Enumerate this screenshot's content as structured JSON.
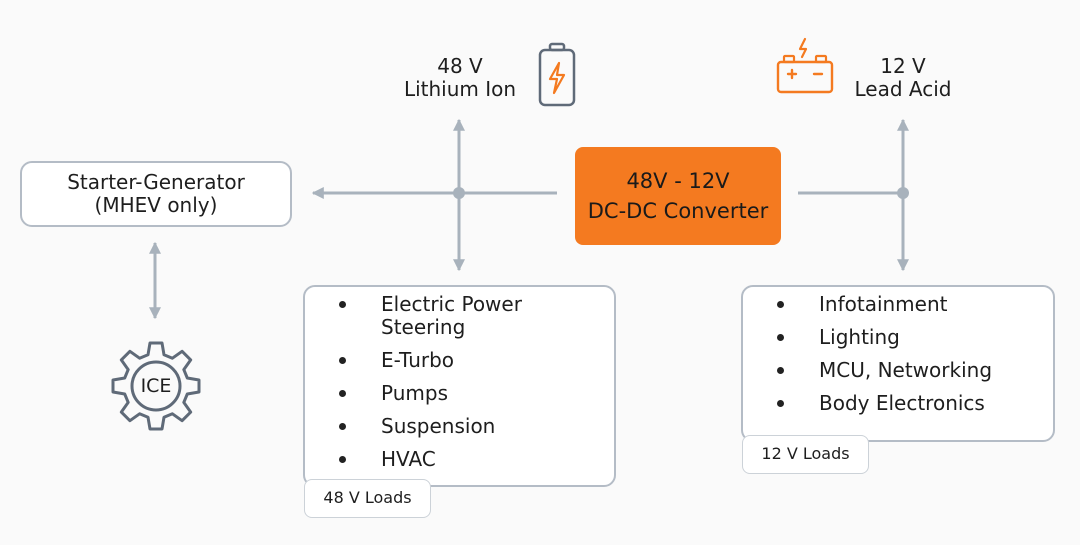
{
  "converter": {
    "line1": "48V - 12V",
    "line2": "DC-DC Converter"
  },
  "battery_48v": {
    "line1": "48 V",
    "line2": "Lithium Ion",
    "icon": "battery-icon"
  },
  "battery_12v": {
    "line1": "12 V",
    "line2": "Lead Acid",
    "icon": "car-battery-icon"
  },
  "starter": {
    "line1": "Starter-Generator",
    "line2": "(MHEV only)"
  },
  "engine": {
    "label": "ICE",
    "icon": "gear-icon"
  },
  "loads_48v": {
    "items": [
      "Electric Power Steering",
      "E-Turbo",
      "Pumps",
      "Suspension",
      "HVAC"
    ],
    "tag": "48 V Loads"
  },
  "loads_12v": {
    "items": [
      "Infotainment",
      "Lighting",
      "MCU, Networking",
      "Body Electronics"
    ],
    "tag": "12 V Loads"
  },
  "colors": {
    "accent": "#f47a20",
    "wire": "#a8b2bc",
    "border": "#b4bcc6"
  }
}
